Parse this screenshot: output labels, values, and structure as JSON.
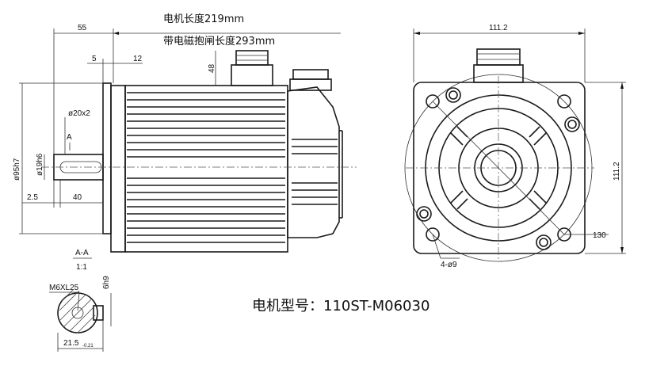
{
  "captions": {
    "motor_length": "电机长度219mm",
    "brake_length": "带电磁抱闸长度293mm",
    "model": "电机型号：110ST-M06030"
  },
  "side_view_dims": {
    "shaft_length": "55",
    "flange_thickness": "5",
    "spigot_offset": "12",
    "connector_height": "48",
    "shaft_diameter": "ø20x2",
    "spigot_diameter": "ø95h7",
    "key_width": "ø19h6",
    "key_offset": "2.5",
    "key_length": "40",
    "section_marker": "A"
  },
  "front_view_dims": {
    "width": "111.2",
    "height": "111.2",
    "pcd": "130",
    "holes": "4-ø9"
  },
  "section_view": {
    "title": "A-A",
    "scale": "1:1",
    "thread": "M6XL25",
    "key_width": "6h9",
    "key_depth_base": "21.5",
    "key_depth_tolerance": "-0.21"
  }
}
